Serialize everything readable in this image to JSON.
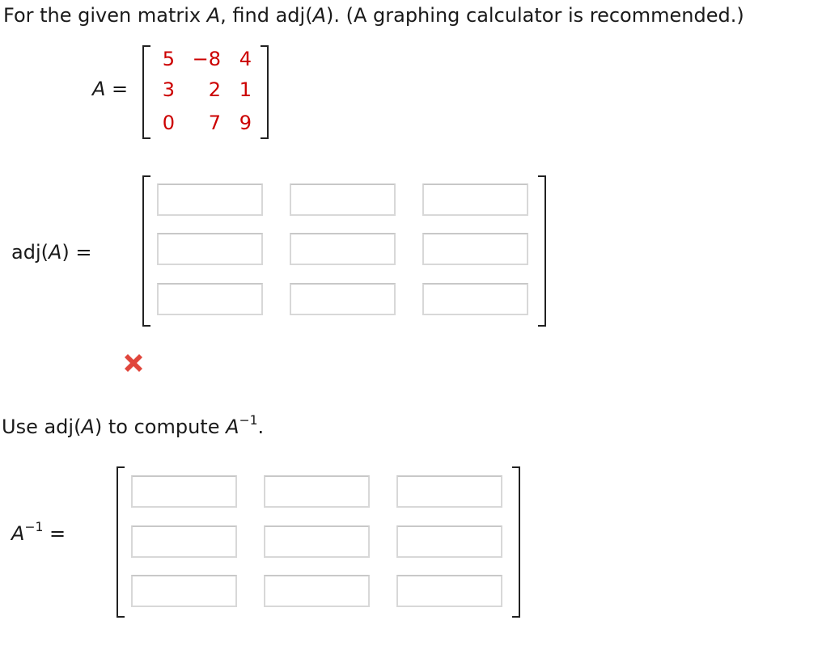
{
  "question": {
    "prefix": "For the given matrix ",
    "var": "A",
    "middle": ", find adj(",
    "var2": "A",
    "suffix": "). (A graphing calculator is recommended.)"
  },
  "given": {
    "label_var": "A",
    "label_eq": " =",
    "rows": [
      [
        "5",
        "−8",
        "4"
      ],
      [
        "3",
        "2",
        "1"
      ],
      [
        "0",
        "7",
        "9"
      ]
    ]
  },
  "adj": {
    "label_prefix": "adj(",
    "label_var": "A",
    "label_suffix": ") =",
    "cells": [
      [
        "",
        "",
        ""
      ],
      [
        "",
        "",
        ""
      ],
      [
        "",
        "",
        ""
      ]
    ]
  },
  "status": {
    "icon": "x-icon",
    "color": "#e0463c",
    "state": "incorrect"
  },
  "part2": {
    "prefix": "Use  adj(",
    "var": "A",
    "middle": ")  to compute  ",
    "var2": "A",
    "sup": "−1",
    "suffix": "."
  },
  "inverse": {
    "label_var": "A",
    "label_sup": "−1",
    "label_eq": " =",
    "cells": [
      [
        "",
        "",
        ""
      ],
      [
        "",
        "",
        ""
      ],
      [
        "",
        "",
        ""
      ]
    ]
  }
}
